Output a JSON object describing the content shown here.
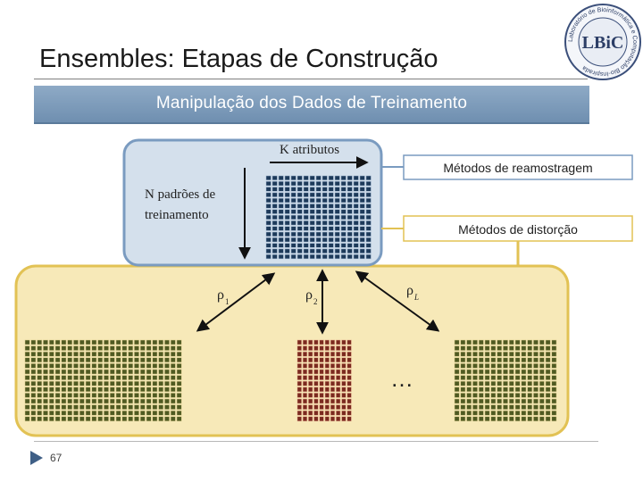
{
  "slide": {
    "title": "Ensembles: Etapas de Construção",
    "subtitle": "Manipulação dos Dados de Treinamento",
    "page_number": "67"
  },
  "logo": {
    "text": "LBiC",
    "ring_text": "Laboratório de Bioinformática e Computação Bio-Inspirada"
  },
  "diagram": {
    "k_label": "K atributos",
    "n_label_line1": "N padrões de",
    "n_label_line2": "treinamento",
    "method_resampling": "Métodos de reamostragem",
    "method_distortion": "Métodos de distorção",
    "rho1": "ρ",
    "rho1_sub": "1",
    "rho2": "ρ",
    "rho2_sub": "2",
    "rhoL": "ρ",
    "rhoL_sub": "L",
    "ellipsis": "…"
  },
  "colors": {
    "banner": "#7f9dbd",
    "top_box_fill": "#d4e0ec",
    "top_box_stroke": "#7a9bc0",
    "bottom_box_fill": "#f7e9b8",
    "bottom_box_stroke": "#e2c254",
    "grid_navy": "#1d3a5a",
    "grid_olive": "#4f5a22",
    "grid_red": "#7a2a1f",
    "callout_stroke": "#e2c254"
  }
}
